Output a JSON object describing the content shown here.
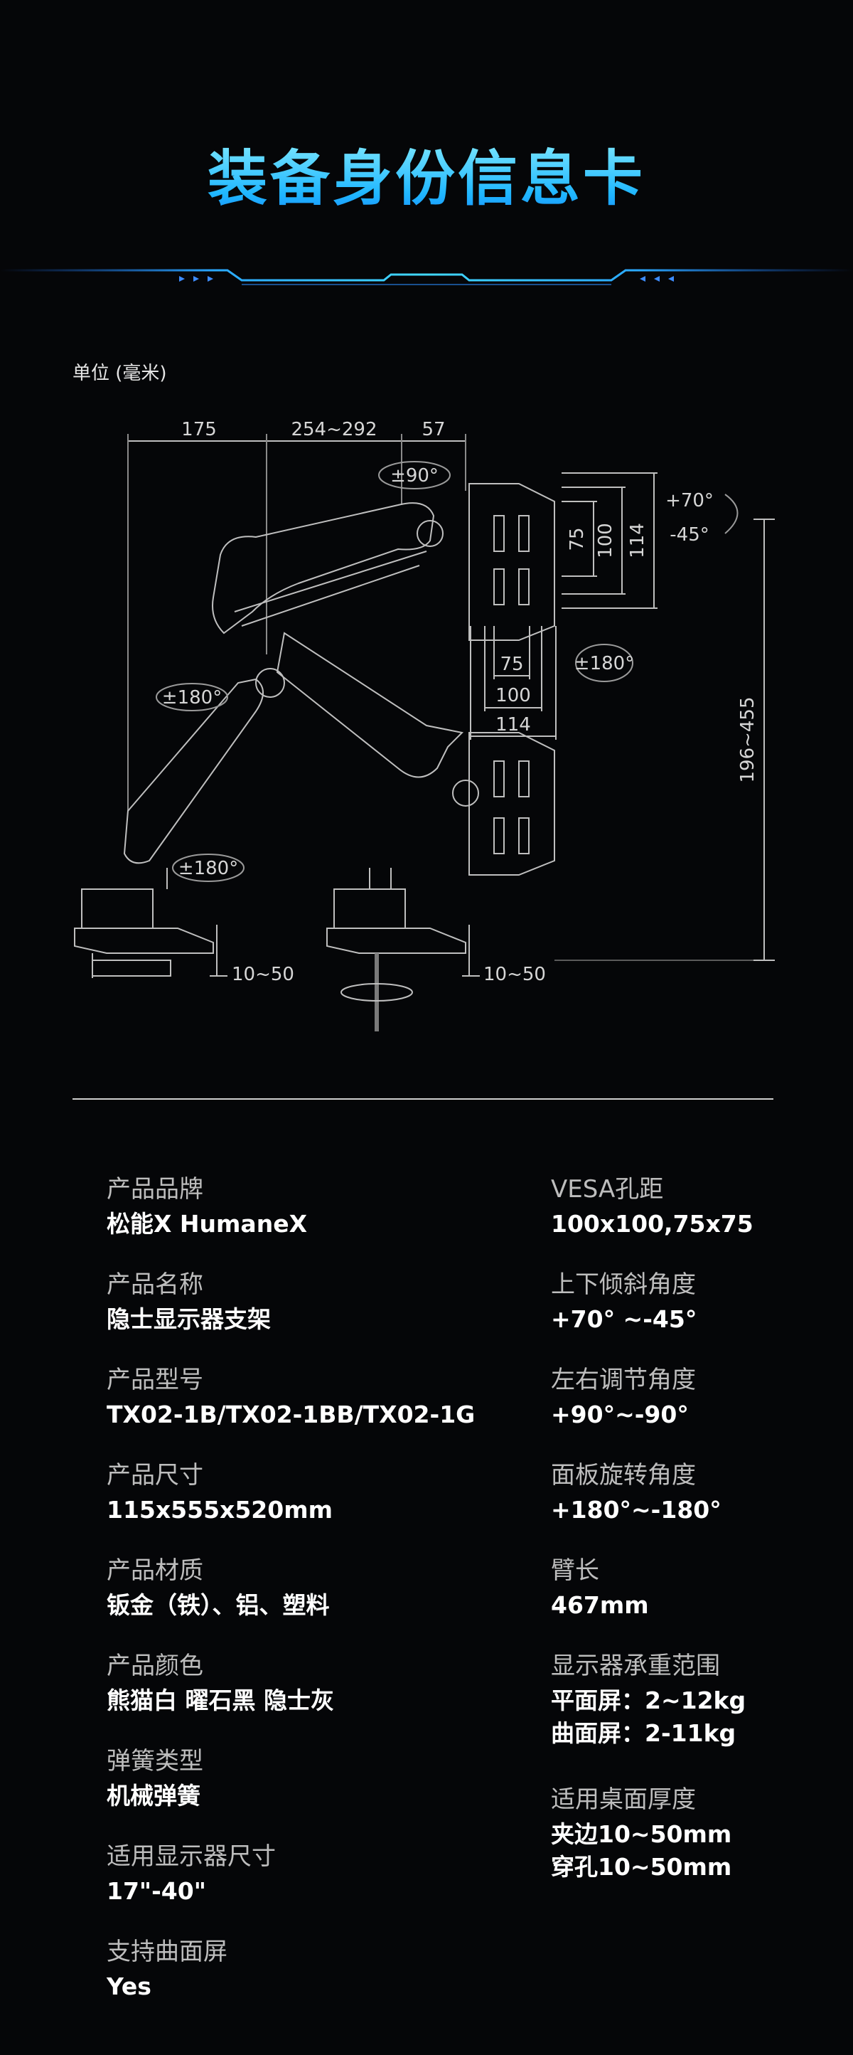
{
  "title": "装备身份信息卡",
  "unit_label": "单位 (毫米)",
  "diagram": {
    "dims": {
      "d175": "175",
      "d254": "254~292",
      "d57": "57",
      "d75v": "75",
      "d100v": "100",
      "d114v": "114",
      "d75h": "75",
      "d100h": "100",
      "d114h": "114",
      "height": "196~455",
      "clamp1": "10~50",
      "clamp2": "10~50"
    },
    "angles": {
      "swivel": "±90°",
      "tilt_up": "+70°",
      "tilt_down": "-45°",
      "rotate_panel": "±180°",
      "rotate_arm": "±180°",
      "rotate_base": "±180°"
    }
  },
  "specs_left": [
    {
      "label": "产品品牌",
      "value": [
        "松能X HumaneX"
      ]
    },
    {
      "label": "产品名称",
      "value": [
        "隐士显示器支架"
      ]
    },
    {
      "label": "产品型号",
      "value": [
        "TX02-1B/TX02-1BB/TX02-1G"
      ]
    },
    {
      "label": "产品尺寸",
      "value": [
        "115x555x520mm"
      ]
    },
    {
      "label": "产品材质",
      "value": [
        "钣金（铁）、铝、塑料"
      ]
    },
    {
      "label": "产品颜色",
      "value": [
        "熊猫白 曜石黑 隐士灰"
      ]
    },
    {
      "label": "弹簧类型",
      "value": [
        "机械弹簧"
      ]
    },
    {
      "label": "适用显示器尺寸",
      "value": [
        "17\"-40\""
      ]
    },
    {
      "label": "支持曲面屏",
      "value": [
        "Yes"
      ]
    }
  ],
  "specs_right": [
    {
      "label": "VESA孔距",
      "value": [
        "100x100,75x75"
      ]
    },
    {
      "label": "上下倾斜角度",
      "value": [
        "+70° ~-45°"
      ]
    },
    {
      "label": "左右调节角度",
      "value": [
        "+90°~-90°"
      ]
    },
    {
      "label": "面板旋转角度",
      "value": [
        "+180°~-180°"
      ]
    },
    {
      "label": "臂长",
      "value": [
        "467mm"
      ]
    },
    {
      "label": "显示器承重范围",
      "value": [
        "平面屏：2~12kg",
        "曲面屏：2-11kg"
      ]
    },
    {
      "label": "适用桌面厚度",
      "value": [
        "夹边10~50mm",
        "穿孔10~50mm"
      ]
    }
  ],
  "colors": {
    "accent": "#21d2ff",
    "background": "#050608",
    "line": "#cfcfcf"
  }
}
